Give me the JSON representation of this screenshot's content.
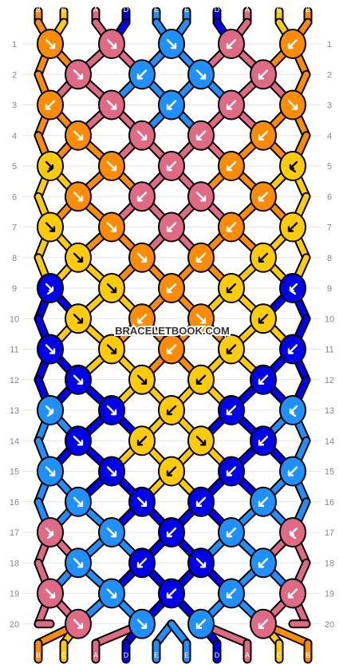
{
  "watermark": "BRACELETBOOK.COM",
  "colors": {
    "A": "#e06a84",
    "B": "#ff8c00",
    "C": "#ffcc00",
    "D": "#0000ee",
    "E": "#1e90ff"
  },
  "top_strings": [
    "B",
    "C",
    "A",
    "D",
    "E",
    "E",
    "D",
    "A",
    "C",
    "B"
  ],
  "bottom_strings": [
    "B",
    "C",
    "A",
    "D",
    "E",
    "E",
    "D",
    "A",
    "C",
    "B"
  ],
  "row_labels": [
    "1",
    "2",
    "3",
    "4",
    "5",
    "6",
    "7",
    "8",
    "9",
    "10",
    "11",
    "12",
    "13",
    "14",
    "15",
    "16",
    "17",
    "18",
    "19",
    "20"
  ],
  "knots": [
    [
      [
        "B",
        "br"
      ],
      [
        "A",
        "br"
      ],
      [
        "E",
        "br"
      ],
      [
        "A",
        "bl"
      ],
      [
        "B",
        "bl"
      ]
    ],
    [
      [
        "A",
        "br"
      ],
      [
        "E",
        "bl"
      ],
      [
        "E",
        "br"
      ],
      [
        "A",
        "bl"
      ]
    ],
    [
      [
        "B",
        "bl"
      ],
      [
        "A",
        "br"
      ],
      [
        "E",
        "bl"
      ],
      [
        "A",
        "bl"
      ],
      [
        "B",
        "br"
      ]
    ],
    [
      [
        "B",
        "br"
      ],
      [
        "A",
        "br"
      ],
      [
        "A",
        "bl"
      ],
      [
        "B",
        "bl"
      ]
    ],
    [
      [
        "C",
        "br-l"
      ],
      [
        "B",
        "br"
      ],
      [
        "A",
        "bl"
      ],
      [
        "B",
        "bl"
      ],
      [
        "C",
        "bl-r"
      ]
    ],
    [
      [
        "B",
        "br"
      ],
      [
        "A",
        "bl"
      ],
      [
        "A",
        "br"
      ],
      [
        "B",
        "bl"
      ]
    ],
    [
      [
        "C",
        "br"
      ],
      [
        "B",
        "br"
      ],
      [
        "A",
        "bl"
      ],
      [
        "B",
        "bl"
      ],
      [
        "C",
        "bl"
      ]
    ],
    [
      [
        "C",
        "br"
      ],
      [
        "B",
        "br"
      ],
      [
        "B",
        "bl"
      ],
      [
        "C",
        "bl"
      ]
    ],
    [
      [
        "D",
        "br-l"
      ],
      [
        "C",
        "br"
      ],
      [
        "B",
        "bl"
      ],
      [
        "C",
        "bl"
      ],
      [
        "D",
        "bl-r"
      ]
    ],
    [
      [
        "C",
        "br"
      ],
      [
        "B",
        "bl"
      ],
      [
        "B",
        "br"
      ],
      [
        "C",
        "bl"
      ]
    ],
    [
      [
        "D",
        "br"
      ],
      [
        "C",
        "br"
      ],
      [
        "B",
        "bl"
      ],
      [
        "C",
        "bl"
      ],
      [
        "D",
        "bl"
      ]
    ],
    [
      [
        "D",
        "br"
      ],
      [
        "C",
        "br"
      ],
      [
        "C",
        "bl"
      ],
      [
        "D",
        "bl"
      ]
    ],
    [
      [
        "E",
        "br-l"
      ],
      [
        "D",
        "br"
      ],
      [
        "C",
        "bl"
      ],
      [
        "D",
        "bl"
      ],
      [
        "E",
        "bl-r"
      ]
    ],
    [
      [
        "D",
        "br"
      ],
      [
        "C",
        "bl"
      ],
      [
        "C",
        "br"
      ],
      [
        "D",
        "bl"
      ]
    ],
    [
      [
        "E",
        "br"
      ],
      [
        "D",
        "br"
      ],
      [
        "C",
        "bl"
      ],
      [
        "D",
        "bl"
      ],
      [
        "E",
        "bl"
      ]
    ],
    [
      [
        "E",
        "br"
      ],
      [
        "D",
        "br"
      ],
      [
        "D",
        "bl"
      ],
      [
        "E",
        "bl"
      ]
    ],
    [
      [
        "A",
        "br-l"
      ],
      [
        "E",
        "br"
      ],
      [
        "D",
        "bl"
      ],
      [
        "E",
        "bl"
      ],
      [
        "A",
        "bl-r"
      ]
    ],
    [
      [
        "E",
        "br"
      ],
      [
        "D",
        "bl"
      ],
      [
        "D",
        "br"
      ],
      [
        "E",
        "bl"
      ]
    ],
    [
      [
        "A",
        "br"
      ],
      [
        "E",
        "br"
      ],
      [
        "D",
        "bl"
      ],
      [
        "E",
        "bl"
      ],
      [
        "A",
        "bl"
      ]
    ],
    [
      [
        "A",
        "br"
      ],
      [
        "E",
        "br"
      ],
      [
        "E",
        "bl"
      ],
      [
        "A",
        "bl"
      ]
    ]
  ]
}
